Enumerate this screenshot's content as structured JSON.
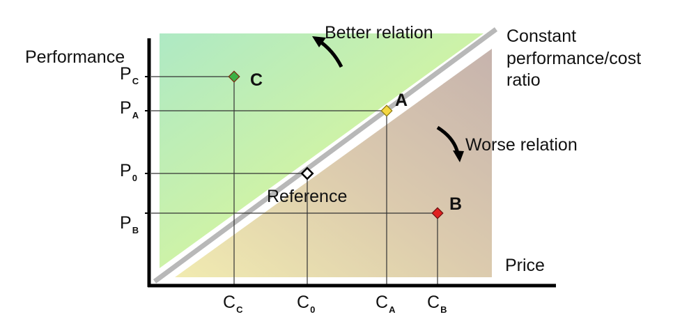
{
  "labels": {
    "y_axis": "Performance",
    "x_axis": "Price",
    "ratio_line": [
      "Constant",
      "performance/cost",
      "ratio"
    ],
    "better": "Better relation",
    "worse": "Worse relation",
    "reference": "Reference"
  },
  "points": {
    "C": "C",
    "A": "A",
    "B": "B"
  },
  "y_ticks": [
    {
      "main": "P",
      "sub": "C"
    },
    {
      "main": "P",
      "sub": "A"
    },
    {
      "main": "P",
      "sub": "0"
    },
    {
      "main": "P",
      "sub": "B"
    }
  ],
  "x_ticks": [
    {
      "main": "C",
      "sub": "C"
    },
    {
      "main": "C",
      "sub": "0"
    },
    {
      "main": "C",
      "sub": "A"
    },
    {
      "main": "C",
      "sub": "B"
    }
  ],
  "colors": {
    "point_C": "#3cb043",
    "point_A": "#f5d742",
    "point_B": "#e02020",
    "reference": "#ffffff",
    "ratio_line": "#b8b8b8"
  }
}
